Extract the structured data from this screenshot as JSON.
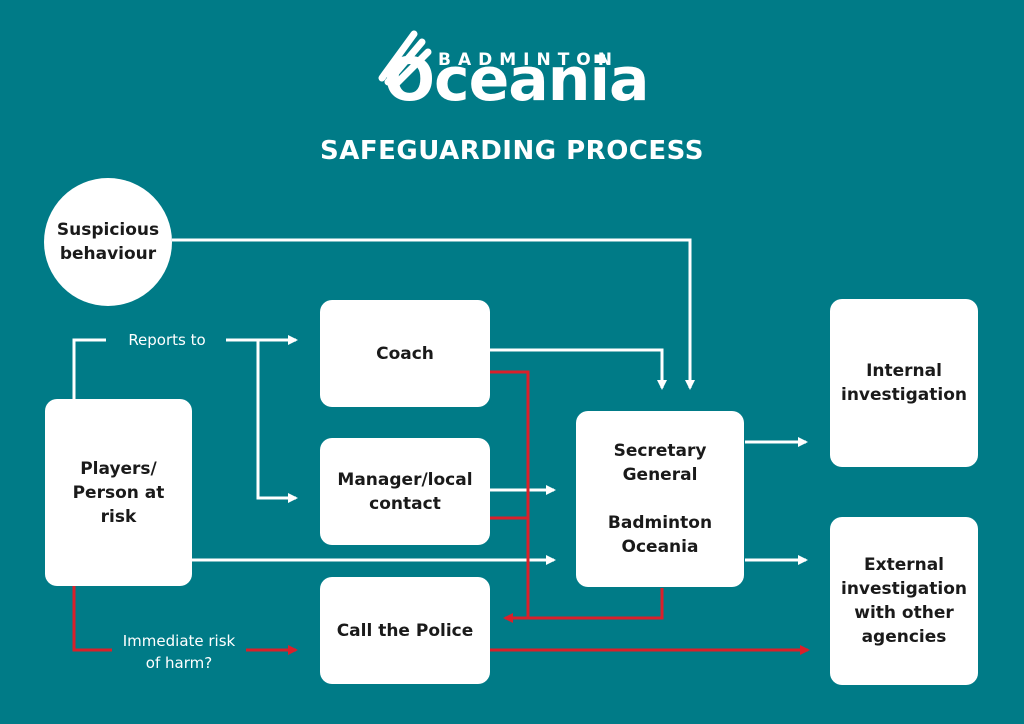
{
  "header": {
    "logo_small": "BADMINTON",
    "logo_main": "ceania",
    "logo_initial": "O",
    "title": "SAFEGUARDING PROCESS"
  },
  "nodes": {
    "suspicious": "Suspicious\nbehaviour",
    "players": "Players/\nPerson at\nrisk",
    "coach": "Coach",
    "manager": "Manager/local\ncontact",
    "police": "Call the Police",
    "secretary": "Secretary\nGeneral\n\nBadminton\nOceania",
    "internal": "Internal\ninvestigation",
    "external": "External\ninvestigation\nwith other\nagencies"
  },
  "labels": {
    "reports_to": "Reports to",
    "immediate_risk": "Immediate risk\nof harm?"
  },
  "colors": {
    "background": "#007b87",
    "arrow_white": "#ffffff",
    "arrow_red": "#d9202a"
  }
}
